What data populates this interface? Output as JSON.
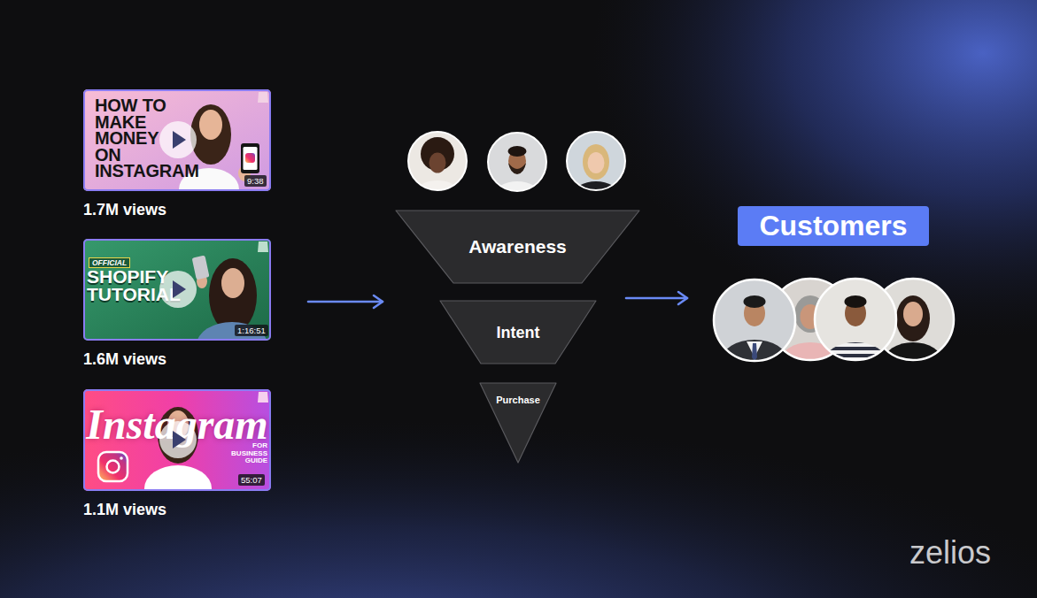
{
  "diagram": {
    "nodes": [
      {
        "text": [
          "HOW TO MAKE MONEY ON INSTAGRAM",
          "9:38",
          "1.7M views"
        ]
      },
      {
        "text": [
          "OFFICIAL",
          "SHOPIFY TUTORIAL",
          "1:16:51",
          "1.6M views"
        ]
      },
      {
        "text": [
          "Instagram",
          "FOR BUSINESS GUIDE",
          "55:07",
          "1.1M views"
        ]
      },
      {
        "text": [
          "Awareness"
        ]
      },
      {
        "text": [
          "Intent"
        ]
      },
      {
        "text": [
          "Purchase"
        ]
      },
      {
        "text": [
          "Customers"
        ]
      }
    ],
    "edges": [
      {
        "from": 1,
        "to": 4,
        "arrow": "to"
      },
      {
        "from": 4,
        "to": 6,
        "arrow": "to"
      }
    ],
    "labels": [
      "zelios"
    ]
  }
}
